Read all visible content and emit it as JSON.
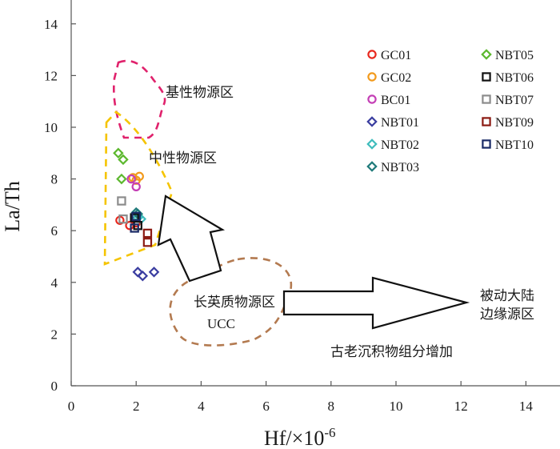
{
  "chart_data": {
    "type": "scatter",
    "xlabel": "Hf/×10",
    "xlabel_sup": "-6",
    "ylabel": "La/Th",
    "xlim": [
      0,
      15
    ],
    "ylim": [
      0,
      15
    ],
    "x_ticks": [
      "0",
      "2",
      "4",
      "6",
      "8",
      "10",
      "12",
      "14"
    ],
    "y_ticks": [
      "0",
      "2",
      "4",
      "6",
      "8",
      "10",
      "12",
      "14"
    ],
    "grid": false,
    "legend_placement": "top-right",
    "series": [
      {
        "name": "GC01",
        "marker": "circle",
        "color": "#e8281e",
        "points": [
          [
            1.5,
            6.4
          ],
          [
            1.8,
            6.2
          ],
          [
            2.0,
            6.3
          ]
        ]
      },
      {
        "name": "GC02",
        "marker": "circle",
        "color": "#f29a1c",
        "points": [
          [
            1.9,
            8.05
          ],
          [
            2.1,
            8.1
          ],
          [
            2.0,
            7.95
          ]
        ]
      },
      {
        "name": "BC01",
        "marker": "circle",
        "color": "#c43fb5",
        "points": [
          [
            1.85,
            8.0
          ],
          [
            2.0,
            7.7
          ]
        ]
      },
      {
        "name": "NBT01",
        "marker": "diamond",
        "color": "#3a3da0",
        "points": [
          [
            2.05,
            4.4
          ],
          [
            2.2,
            4.25
          ],
          [
            2.55,
            4.4
          ]
        ]
      },
      {
        "name": "NBT02",
        "marker": "diamond",
        "color": "#3fbcbc",
        "points": [
          [
            2.05,
            6.5
          ],
          [
            2.15,
            6.45
          ]
        ]
      },
      {
        "name": "NBT03",
        "marker": "diamond",
        "color": "#1f7a7a",
        "points": [
          [
            2.05,
            6.65
          ],
          [
            2.0,
            6.7
          ]
        ]
      },
      {
        "name": "NBT05",
        "marker": "diamond",
        "color": "#5cb82e",
        "points": [
          [
            1.45,
            9.0
          ],
          [
            1.6,
            8.75
          ],
          [
            1.55,
            8.0
          ]
        ]
      },
      {
        "name": "NBT06",
        "marker": "square",
        "color": "#111111",
        "points": [
          [
            1.95,
            6.5
          ],
          [
            2.05,
            6.2
          ]
        ]
      },
      {
        "name": "NBT07",
        "marker": "square",
        "color": "#8c8c8c",
        "points": [
          [
            1.55,
            7.15
          ],
          [
            1.6,
            6.45
          ]
        ]
      },
      {
        "name": "NBT09",
        "marker": "square",
        "color": "#8b1a12",
        "points": [
          [
            2.35,
            5.9
          ],
          [
            2.35,
            5.55
          ]
        ]
      },
      {
        "name": "NBT10",
        "marker": "square",
        "color": "#1a2a66",
        "points": [
          [
            1.95,
            6.1
          ],
          [
            2.0,
            6.55
          ]
        ]
      }
    ],
    "regions": [
      {
        "label": "基性物源区",
        "color": "#e0226c"
      },
      {
        "label": "中性物源区",
        "color": "#f5c400"
      },
      {
        "label": "长英质物源区",
        "label2": "UCC",
        "color": "#b37a50"
      }
    ],
    "annotations": {
      "passive_margin_line1": "被动大陆",
      "passive_margin_line2": "边缘源区",
      "old_sediment": "古老沉积物组分增加"
    }
  }
}
